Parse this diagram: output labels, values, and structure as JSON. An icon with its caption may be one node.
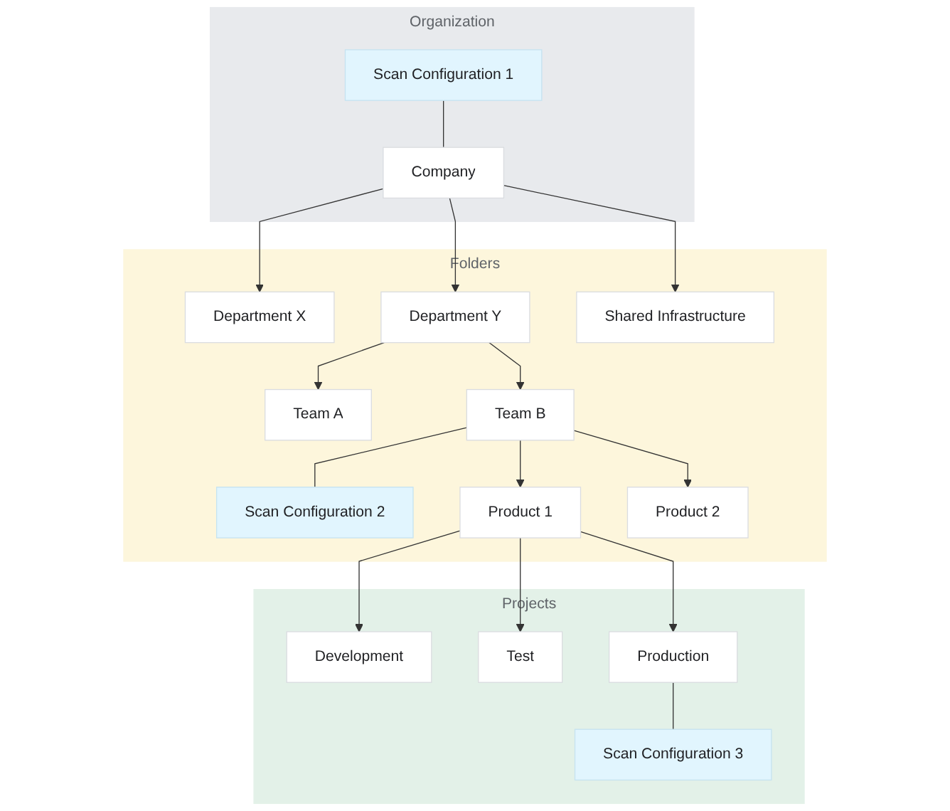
{
  "diagram": {
    "nodes": [
      {
        "text": [
          "Organization"
        ]
      },
      {
        "text": [
          "Company"
        ],
        "in": 0
      },
      {
        "text": [
          "Scan Configuration 1"
        ],
        "in": 0
      },
      {
        "text": [
          "Folders"
        ]
      },
      {
        "text": [
          "Department X"
        ],
        "in": 3
      },
      {
        "text": [
          "Department Y"
        ],
        "in": 3
      },
      {
        "text": [
          "Shared Infrastructure"
        ],
        "in": 3
      },
      {
        "text": [
          "Team A"
        ],
        "in": 3
      },
      {
        "text": [
          "Team B"
        ],
        "in": 3
      },
      {
        "text": [
          "Scan Configuration 2"
        ],
        "in": 3
      },
      {
        "text": [
          "Product 1"
        ],
        "in": 3
      },
      {
        "text": [
          "Product 2"
        ],
        "in": 3
      },
      {
        "text": [
          "Projects"
        ]
      },
      {
        "text": [
          "Development"
        ],
        "in": 12
      },
      {
        "text": [
          "Test"
        ],
        "in": 12
      },
      {
        "text": [
          "Production"
        ],
        "in": 12
      },
      {
        "text": [
          "Scan Configuration 3"
        ],
        "in": 12
      }
    ],
    "edges": [
      {
        "from": 1,
        "to": 2,
        "arrow": "none"
      },
      {
        "from": 1,
        "to": 4,
        "arrow": "to"
      },
      {
        "from": 1,
        "to": 5,
        "arrow": "to"
      },
      {
        "from": 1,
        "to": 6,
        "arrow": "to"
      },
      {
        "from": 5,
        "to": 7,
        "arrow": "to"
      },
      {
        "from": 5,
        "to": 8,
        "arrow": "to"
      },
      {
        "from": 8,
        "to": 9,
        "arrow": "none"
      },
      {
        "from": 8,
        "to": 10,
        "arrow": "to"
      },
      {
        "from": 8,
        "to": 11,
        "arrow": "to"
      },
      {
        "from": 10,
        "to": 13,
        "arrow": "to"
      },
      {
        "from": 10,
        "to": 14,
        "arrow": "to"
      },
      {
        "from": 10,
        "to": 15,
        "arrow": "to"
      },
      {
        "from": 15,
        "to": 16,
        "arrow": "none"
      }
    ]
  }
}
